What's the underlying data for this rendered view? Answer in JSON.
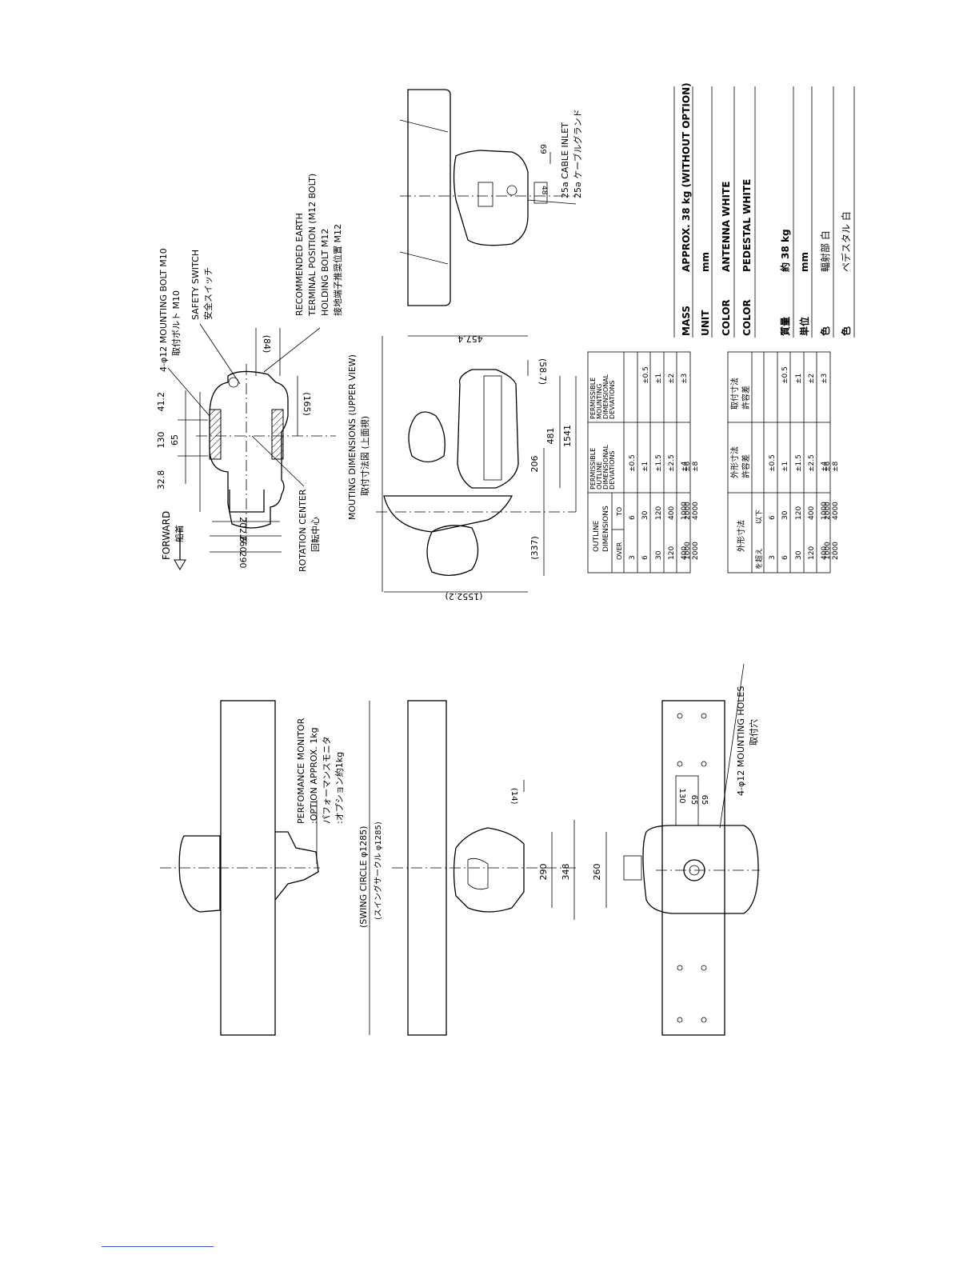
{
  "labels": {
    "forward": "FORWARD",
    "forward_jp": "船首",
    "mounting_bolt": "4-φ12 MOUNTING BOLT M10",
    "mounting_bolt_jp": "取付ボルト M10",
    "safety_switch": "SAFETY SWITCH",
    "safety_switch_jp": "安全スイッチ",
    "earth_1": "RECOMMENDED EARTH",
    "earth_2": "TERMINAL POSITION (M12 BOLT)",
    "holding_bolt": "HOLDING BOLT M12",
    "earth_jp": "接地端子推奨位置 M12",
    "rotation_center": "ROTATION CENTER",
    "rotation_center_jp": "回転中心",
    "mounting_dims": "MOUTING DIMENSIONS (UPPER VIEW)",
    "mounting_dims_jp": "取付寸法図 (上面視)",
    "cable_inlet": "25a CABLE INLET",
    "cable_inlet_jp": "25ə ケーブルグランド",
    "perf_monitor_1": "PERFOMANCE MONITOR",
    "perf_monitor_2": ":OPTION APPROX. 1kg",
    "perf_monitor_jp1": "パフォーマンスモニタ",
    "perf_monitor_jp2": ":オプション約1kg",
    "swing_circle": "(SWING CIRCLE φ1285)",
    "swing_circle_jp": "(スイングサークル φ1285)",
    "mounting_holes": "4-φ12 MOUNTING HOLES",
    "mounting_holes_jp": "取付穴"
  },
  "dimensions": {
    "d412": "41.2",
    "d130": "130",
    "d65": "65",
    "d328": "32.8",
    "d2026": "202.6",
    "d260": "260",
    "d290": "290",
    "d84": "(84)",
    "d165": "(165)",
    "d4574": "457.4",
    "d587": "(58.7)",
    "d481": "481",
    "d206": "206",
    "d1541": "1541",
    "d337": "(337)",
    "d1552": "(1552.2)",
    "d69": "69",
    "d48": "48",
    "d14": "(14)",
    "d290b": "290",
    "d348": "348",
    "d260b": "260",
    "d130b": "130",
    "d65b": "65",
    "d65c": "65"
  },
  "tolerance_en": {
    "h_outline": [
      "OUTLINE",
      "DIMENSIONS"
    ],
    "h_over": "OVER",
    "h_to": "TO",
    "h_perm_outline": [
      "PERMISSIBLE",
      "OUTLINE",
      "DIMENSIONAL",
      "DEVIATIONS"
    ],
    "h_perm_mount": [
      "PERMISSIBLE",
      "MOUNTING",
      "DIMENSIONAL",
      "DEVIATIONS"
    ],
    "rows": [
      {
        "over": "3",
        "to": "6",
        "outline": "±0.5"
      },
      {
        "over": "6",
        "to": "30",
        "outline": "±1"
      },
      {
        "over": "30",
        "to": "120",
        "outline": "±1.5"
      },
      {
        "over": "120",
        "to": "400",
        "outline": "±2.5"
      },
      {
        "over": "400",
        "to": "1000",
        "outline": "±4"
      },
      {
        "over": "1000",
        "to": "2000",
        "outline": "±6"
      },
      {
        "over": "2000",
        "to": "4000",
        "outline": "±8"
      }
    ],
    "mount": [
      "±0.5",
      "±1",
      "±2",
      "±3"
    ]
  },
  "tolerance_jp": {
    "h_outline": "外形寸法",
    "h_over": "を超え",
    "h_to": "以下",
    "h_perm_outline": [
      "外形寸法",
      "許容差"
    ],
    "h_perm_mount": [
      "取付寸法",
      "許容差"
    ],
    "rows": [
      {
        "over": "3",
        "to": "6",
        "outline": "±0.5"
      },
      {
        "over": "6",
        "to": "30",
        "outline": "±1"
      },
      {
        "over": "30",
        "to": "120",
        "outline": "±1.5"
      },
      {
        "over": "120",
        "to": "400",
        "outline": "±2.5"
      },
      {
        "over": "400",
        "to": "1000",
        "outline": "±4"
      },
      {
        "over": "1000",
        "to": "2000",
        "outline": "±6"
      },
      {
        "over": "2000",
        "to": "4000",
        "outline": "±8"
      }
    ],
    "mount": [
      "±0.5",
      "±1",
      "±2",
      "±3"
    ]
  },
  "specs": [
    {
      "label": "MASS",
      "value": "APPROX.  38 kg (WITHOUT OPTION)"
    },
    {
      "label": "UNIT",
      "value": "mm"
    },
    {
      "label": "COLOR",
      "value": "ANTENNA     WHITE"
    },
    {
      "label": "COLOR",
      "value": "PEDESTAL    WHITE"
    },
    {
      "label": "質量",
      "value": "約  38  kg"
    },
    {
      "label": "単位",
      "value": "mm"
    },
    {
      "label": "色",
      "value": "輻射部          白"
    },
    {
      "label": "色",
      "value": "ペデスタル     白"
    }
  ]
}
